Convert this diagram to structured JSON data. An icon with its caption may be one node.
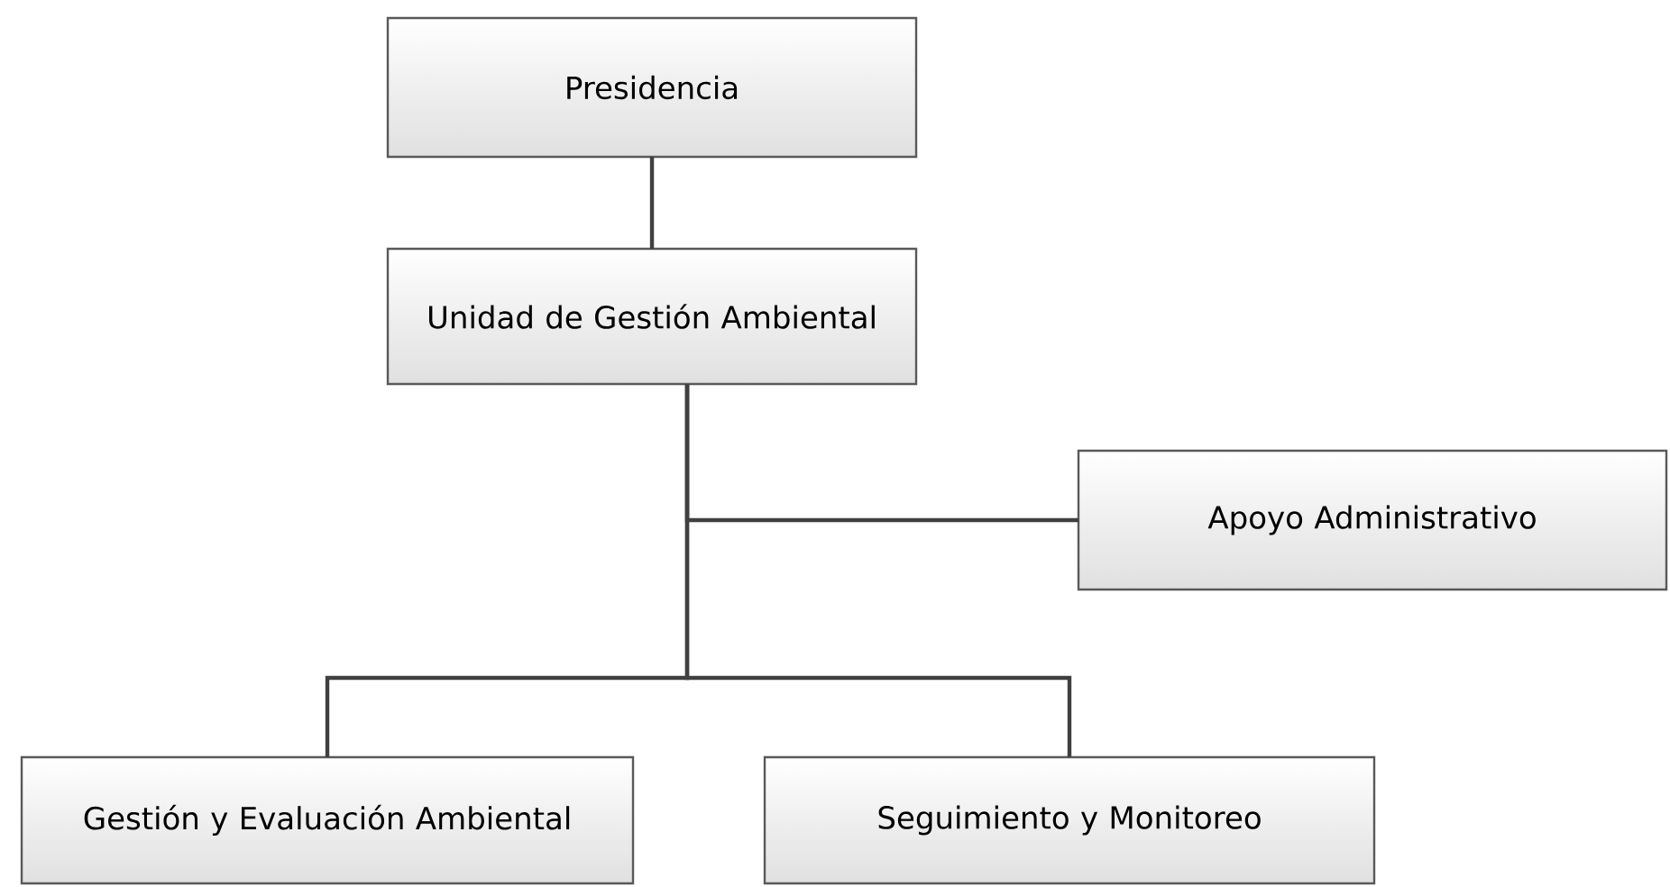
{
  "diagram": {
    "nodes": [
      {
        "text": [
          "Presidencia"
        ]
      },
      {
        "text": [
          "Unidad de Gestión Ambiental"
        ]
      },
      {
        "text": [
          "Apoyo Administrativo"
        ]
      },
      {
        "text": [
          "Gestión y Evaluación Ambiental"
        ]
      },
      {
        "text": [
          "Seguimiento y Monitoreo"
        ]
      }
    ],
    "edges": [
      {
        "from": 0,
        "to": 1,
        "arrow": "none"
      },
      {
        "from": 1,
        "to": 2,
        "arrow": "none"
      },
      {
        "from": 1,
        "to": 3,
        "arrow": "none"
      },
      {
        "from": 1,
        "to": 4,
        "arrow": "none"
      }
    ]
  }
}
